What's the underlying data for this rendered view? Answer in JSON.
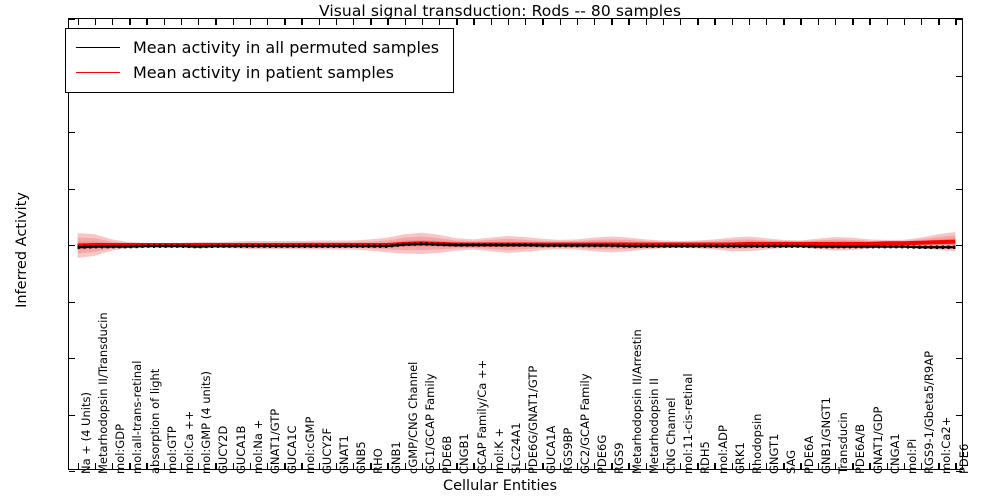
{
  "chart_data": {
    "type": "line",
    "title": "Visual signal transduction: Rods -- 80 samples",
    "xlabel": "Cellular Entities",
    "ylabel": "Inferred Activity",
    "ylim": [
      -4,
      4
    ],
    "yticks": [
      -4,
      -3,
      -2,
      -1,
      0,
      1,
      2,
      3,
      4
    ],
    "grid": false,
    "legend_position": "upper left",
    "legend": [
      {
        "label": "Mean activity in all permuted samples",
        "color": "#000000",
        "style": "solid"
      },
      {
        "label": "Mean activity in patient samples",
        "color": "#ff0000",
        "style": "solid"
      }
    ],
    "band_color": "#f08080",
    "categories": [
      "Na + (4 Units)",
      "Metarhodopsin II/Transducin",
      "mol:GDP",
      "mol:all-trans-retinal",
      "absorption of light",
      "mol:GTP",
      "mol:Ca ++",
      "mol:GMP (4 units)",
      "GUCY2D",
      "GUCA1B",
      "mol:Na +",
      "GNAT1/GTP",
      "GUCA1C",
      "mol:cGMP",
      "GUCY2F",
      "GNAT1",
      "GNB5",
      "RHO",
      "GNB1",
      "cGMP/CNG Channel",
      "GC1/GCAP Family",
      "PDE6B",
      "CNGB1",
      "GCAP Family/Ca ++",
      "mol:K +",
      "SLC24A1",
      "PDE6G/GNAT1/GTP",
      "GUCA1A",
      "RGS9BP",
      "GC2/GCAP Family",
      "PDE6G",
      "RGS9",
      "Metarhodopsin II/Arrestin",
      "Metarhodopsin II",
      "CNG Channel",
      "mol:11-cis-retinal",
      "RDH5",
      "mol:ADP",
      "GRK1",
      "Rhodopsin",
      "GNGT1",
      "SAG",
      "PDE6A",
      "GNB1/GNGT1",
      "Transducin",
      "PDE6A/B",
      "GNAT1/GDP",
      "CNGA1",
      "mol:Pi",
      "RGS9-1/Gbeta5/R9AP",
      "mol:Ca2+",
      "PDE6"
    ],
    "series": [
      {
        "name": "Mean activity in all permuted samples",
        "color": "#000000",
        "values": [
          -0.04,
          -0.03,
          -0.03,
          -0.03,
          -0.02,
          -0.02,
          -0.02,
          -0.03,
          -0.02,
          -0.02,
          -0.02,
          -0.02,
          -0.02,
          -0.02,
          -0.02,
          -0.02,
          -0.02,
          -0.02,
          -0.02,
          0.01,
          0.02,
          0.01,
          0.0,
          0.0,
          0.0,
          0.0,
          0.0,
          -0.01,
          -0.01,
          -0.01,
          -0.01,
          -0.01,
          -0.02,
          -0.02,
          -0.02,
          -0.02,
          -0.02,
          -0.02,
          -0.02,
          -0.02,
          -0.02,
          -0.02,
          -0.02,
          -0.03,
          -0.03,
          -0.03,
          -0.03,
          -0.03,
          -0.03,
          -0.04,
          -0.04,
          -0.04
        ]
      },
      {
        "name": "Mean activity in patient samples",
        "color": "#ff0000",
        "values": [
          -0.01,
          0.0,
          0.0,
          0.0,
          0.0,
          0.0,
          0.0,
          0.0,
          0.0,
          0.0,
          0.0,
          0.0,
          0.0,
          0.0,
          0.0,
          0.0,
          0.0,
          0.0,
          0.0,
          0.02,
          0.03,
          0.02,
          0.01,
          0.01,
          0.01,
          0.01,
          0.01,
          0.01,
          0.01,
          0.01,
          0.01,
          0.01,
          0.01,
          0.01,
          0.01,
          0.01,
          0.01,
          0.01,
          0.01,
          0.02,
          0.02,
          0.02,
          0.02,
          0.02,
          0.02,
          0.02,
          0.02,
          0.03,
          0.03,
          0.04,
          0.05,
          0.06
        ]
      }
    ],
    "band_outer": [
      0.22,
      0.19,
      0.1,
      0.05,
      0.04,
      0.04,
      0.04,
      0.05,
      0.05,
      0.06,
      0.07,
      0.07,
      0.07,
      0.07,
      0.08,
      0.08,
      0.08,
      0.1,
      0.13,
      0.17,
      0.19,
      0.16,
      0.11,
      0.09,
      0.12,
      0.15,
      0.13,
      0.1,
      0.08,
      0.09,
      0.12,
      0.14,
      0.12,
      0.09,
      0.07,
      0.06,
      0.07,
      0.09,
      0.12,
      0.13,
      0.1,
      0.07,
      0.06,
      0.09,
      0.12,
      0.11,
      0.08,
      0.06,
      0.06,
      0.09,
      0.14,
      0.17
    ],
    "band_mid": [
      0.14,
      0.12,
      0.06,
      0.03,
      0.03,
      0.03,
      0.03,
      0.03,
      0.03,
      0.04,
      0.04,
      0.04,
      0.04,
      0.05,
      0.05,
      0.05,
      0.05,
      0.06,
      0.08,
      0.11,
      0.12,
      0.1,
      0.07,
      0.06,
      0.08,
      0.1,
      0.08,
      0.06,
      0.05,
      0.06,
      0.08,
      0.09,
      0.08,
      0.06,
      0.04,
      0.04,
      0.05,
      0.06,
      0.08,
      0.08,
      0.06,
      0.05,
      0.04,
      0.06,
      0.08,
      0.07,
      0.05,
      0.04,
      0.04,
      0.06,
      0.09,
      0.11
    ],
    "band_inner": [
      0.07,
      0.06,
      0.03,
      0.02,
      0.02,
      0.02,
      0.02,
      0.02,
      0.02,
      0.02,
      0.02,
      0.02,
      0.02,
      0.02,
      0.03,
      0.03,
      0.03,
      0.03,
      0.04,
      0.06,
      0.06,
      0.05,
      0.04,
      0.03,
      0.04,
      0.05,
      0.04,
      0.03,
      0.03,
      0.03,
      0.04,
      0.05,
      0.04,
      0.03,
      0.02,
      0.02,
      0.03,
      0.03,
      0.04,
      0.04,
      0.03,
      0.03,
      0.02,
      0.03,
      0.04,
      0.04,
      0.03,
      0.02,
      0.02,
      0.03,
      0.05,
      0.06
    ]
  }
}
